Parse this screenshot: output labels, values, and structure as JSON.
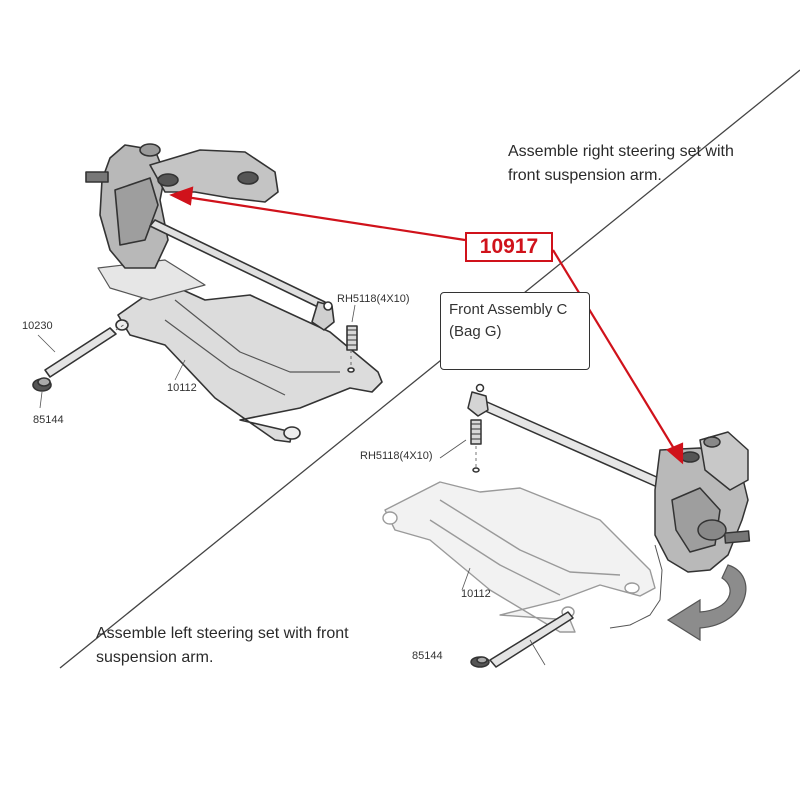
{
  "colors": {
    "accent_red": "#d0121b",
    "line": "#333333",
    "part_fill": "#bdbdbd",
    "faded_part": "#9a9a9a",
    "arrow_gray": "#8c8c8c"
  },
  "instructions": {
    "right": [
      "Assemble right steering set with",
      "front suspension arm."
    ],
    "left": [
      "Assemble left steering set with front",
      "suspension arm."
    ]
  },
  "part_number_badge": "10917",
  "callout": {
    "line1": "Front Assembly C",
    "line2": "(Bag G)"
  },
  "part_labels": {
    "top_screw": "RH5118(4X10)",
    "top_pin": "10230",
    "top_arm": "10112",
    "top_nut": "85144",
    "bottom_screw": "RH5118(4X10)",
    "bottom_arm": "10112",
    "bottom_nut": "85144"
  },
  "icons": {
    "rotate_arrow": "curved-rotate-arrow-icon",
    "pointer_arrows": "red-pointer-arrow-icon"
  }
}
